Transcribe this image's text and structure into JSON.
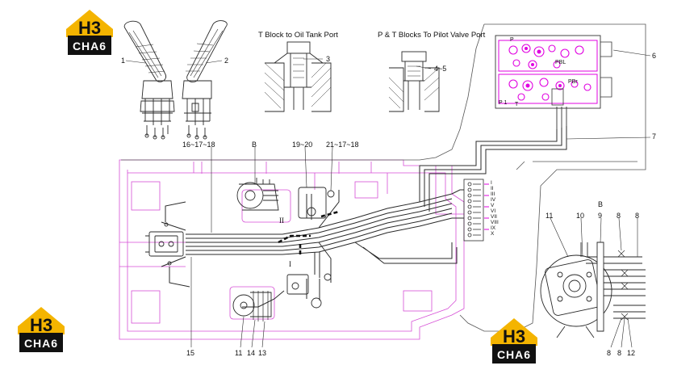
{
  "brand": {
    "logo_letters": "H3",
    "logo_text": "CHA6",
    "color_yellow": "#f4b400",
    "color_black": "#111111"
  },
  "captions": {
    "t_block": "T Block to Oil Tank Port",
    "pt_blocks": "P & T Blocks To Pilot Valve Port"
  },
  "callouts": {
    "c1": "1",
    "c2": "2",
    "c3": "3",
    "c4_5": "4~5",
    "c6": "6",
    "c7": "7",
    "c16_18": "16~17~18",
    "cB_top": "B",
    "c19_20": "19~20",
    "c21_18": "21~17~18",
    "c15": "15",
    "c11_bottom": "11",
    "c14": "14",
    "c13": "13",
    "c11_right": "11",
    "c10": "10",
    "cB_right": "B",
    "c9": "9",
    "c8a": "8",
    "c8b": "8",
    "c8c": "8",
    "c8d": "8",
    "c12": "12"
  },
  "roman_labels": {
    "r1": "I",
    "r2": "II",
    "r_list": [
      "I",
      "II",
      "III",
      "IV",
      "V",
      "VI",
      "VII",
      "VIII",
      "IX",
      "X"
    ]
  },
  "valve_labels": {
    "p": "P",
    "pbl": "PBL",
    "pbr": "PBr",
    "p1": "P 1",
    "t": "T"
  },
  "colors": {
    "line": "#2a2a2a",
    "frame_magenta": "#d64fd6",
    "valve_magenta": "#e000e0"
  }
}
